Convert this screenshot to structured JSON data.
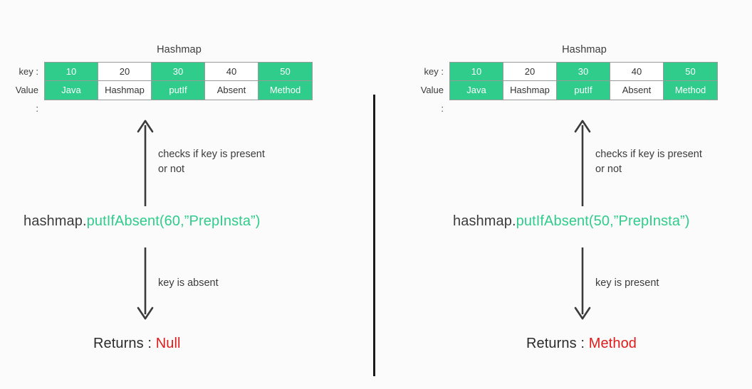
{
  "background_color": "#fbfbfb",
  "accent_green": "#2fcc8b",
  "error_red": "#e01b1b",
  "text_dark": "#3c3c3c",
  "divider_color": "#1a1a1a",
  "table": {
    "title": "Hashmap",
    "key_label": "key :",
    "value_label": "Value :",
    "columns": [
      {
        "key": "10",
        "value": "Java",
        "filled": true
      },
      {
        "key": "20",
        "value": "Hashmap",
        "filled": false
      },
      {
        "key": "30",
        "value": "putIf",
        "filled": true
      },
      {
        "key": "40",
        "value": "Absent",
        "filled": false
      },
      {
        "key": "50",
        "value": "Method",
        "filled": true
      }
    ]
  },
  "panels": [
    {
      "id": "absent-case",
      "table_title": "Hashmap",
      "key_label": "key :",
      "value_label": "Value :",
      "up_arrow_label": "checks if key is present\nor not",
      "call": {
        "object": "hashmap.",
        "method": "putIfAbsent(60,”PrepInsta”)"
      },
      "down_arrow_label": "key is absent",
      "returns": {
        "label": "Returns : ",
        "value": "Null"
      }
    },
    {
      "id": "present-case",
      "table_title": "Hashmap",
      "key_label": "key :",
      "value_label": "Value :",
      "up_arrow_label": "checks if key is present\nor not",
      "call": {
        "object": "hashmap.",
        "method": "putIfAbsent(50,”PrepInsta”)"
      },
      "down_arrow_label": "key is present",
      "returns": {
        "label": "Returns : ",
        "value": "Method"
      }
    }
  ]
}
